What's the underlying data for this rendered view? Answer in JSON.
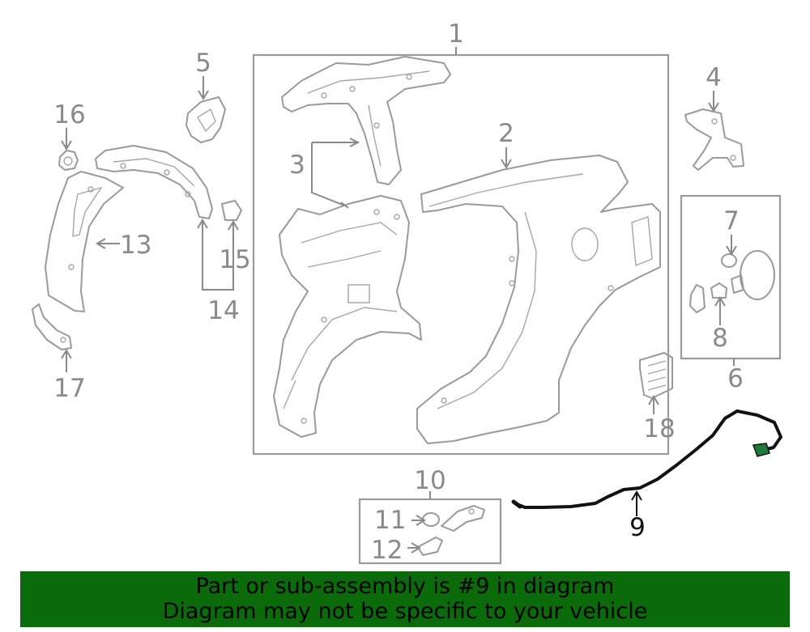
{
  "callouts": {
    "c1": "1",
    "c2": "2",
    "c3": "3",
    "c4": "4",
    "c5": "5",
    "c6": "6",
    "c7": "7",
    "c8": "8",
    "c9": "9",
    "c10": "10",
    "c11": "11",
    "c12": "12",
    "c13": "13",
    "c14": "14",
    "c15": "15",
    "c16": "16",
    "c17": "17",
    "c18": "18"
  },
  "highlighted_callout": "9",
  "banner": {
    "line1": "Part or sub-assembly is #9 in diagram",
    "line2": "Diagram may not be specific to your vehicle"
  },
  "colors": {
    "banner_bg": "#0b6b0b",
    "line_art": "#9a9a9a",
    "highlight": "#111111",
    "connector": "#1f7a3a"
  }
}
